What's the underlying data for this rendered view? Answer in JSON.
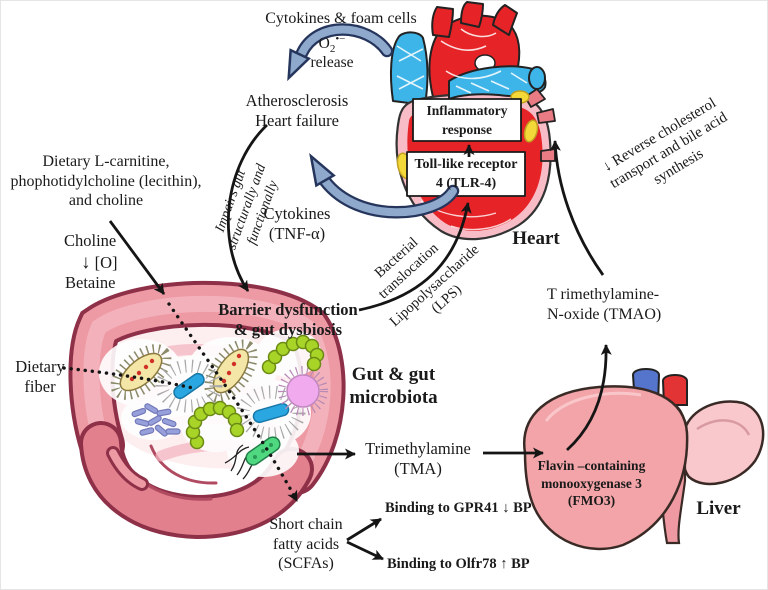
{
  "top": {
    "cytokines_foam_cells": "Cytokines & foam cells",
    "o2_base": "O",
    "o2_sub": "2",
    "o2_sup": "•−",
    "o2_release": "release",
    "atherosclerosis": "Atherosclerosis\nHeart failure"
  },
  "left": {
    "dietary_sources": "Dietary L-carnitine,\nphophotidylcholine (lecithin),\nand choline",
    "choline": "Choline",
    "down_arrow": "↓",
    "oxidation": "[O]",
    "betaine": "Betaine",
    "dietary_fiber": "Dietary\nfiber"
  },
  "heart": {
    "label": "Heart",
    "inflammatory_response": "Inflammatory\nresponse",
    "tlr4": "Toll-like receptor\n4 (TLR-4)",
    "cytokines_tnf": "Cytokines\n(TNF-α)",
    "impairs_gut": "Impairs gut\nstructurally and\nfunctionally",
    "bacterial_translocation": "Bacterial\ntranslocation",
    "lps": "Lipopolysaccharide\n(LPS)",
    "reverse_cholesterol": "↓ Reverse cholesterol\ntransport and bile acid\nsynthesis"
  },
  "gut": {
    "barrier_dysfunction": "Barrier dysfunction\n& gut dysbiosis",
    "label": "Gut & gut\nmicrobiota"
  },
  "pathway": {
    "tma": "Trimethylamine\n(TMA)",
    "tmao": "T rimethylamine-\nN-oxide (TMAO)",
    "fmo3": "Flavin –containing\nmonooxygenase 3\n(FMO3)",
    "scfa": "Short chain\nfatty acids\n(SCFAs)",
    "gpr41": "Binding to GPR41 ↓ BP",
    "olfr78": "Binding to Olfr78 ↑ BP"
  },
  "liver": {
    "label": "Liver"
  },
  "colors": {
    "arrow_black": "#151515",
    "arrow_blue_fill": "#8fa9cd",
    "arrow_blue_edge": "#25355c",
    "heart_red": "#e62428",
    "heart_pink": "#f8bcc6",
    "vessel_blue": "#3eb5e8",
    "gut_outline": "#8e3048",
    "gut_tube": "#ee9aa4",
    "liver_main": "#f2a4a8",
    "liver_light": "#f8c8cc",
    "microbe_green": "#a8d428"
  }
}
